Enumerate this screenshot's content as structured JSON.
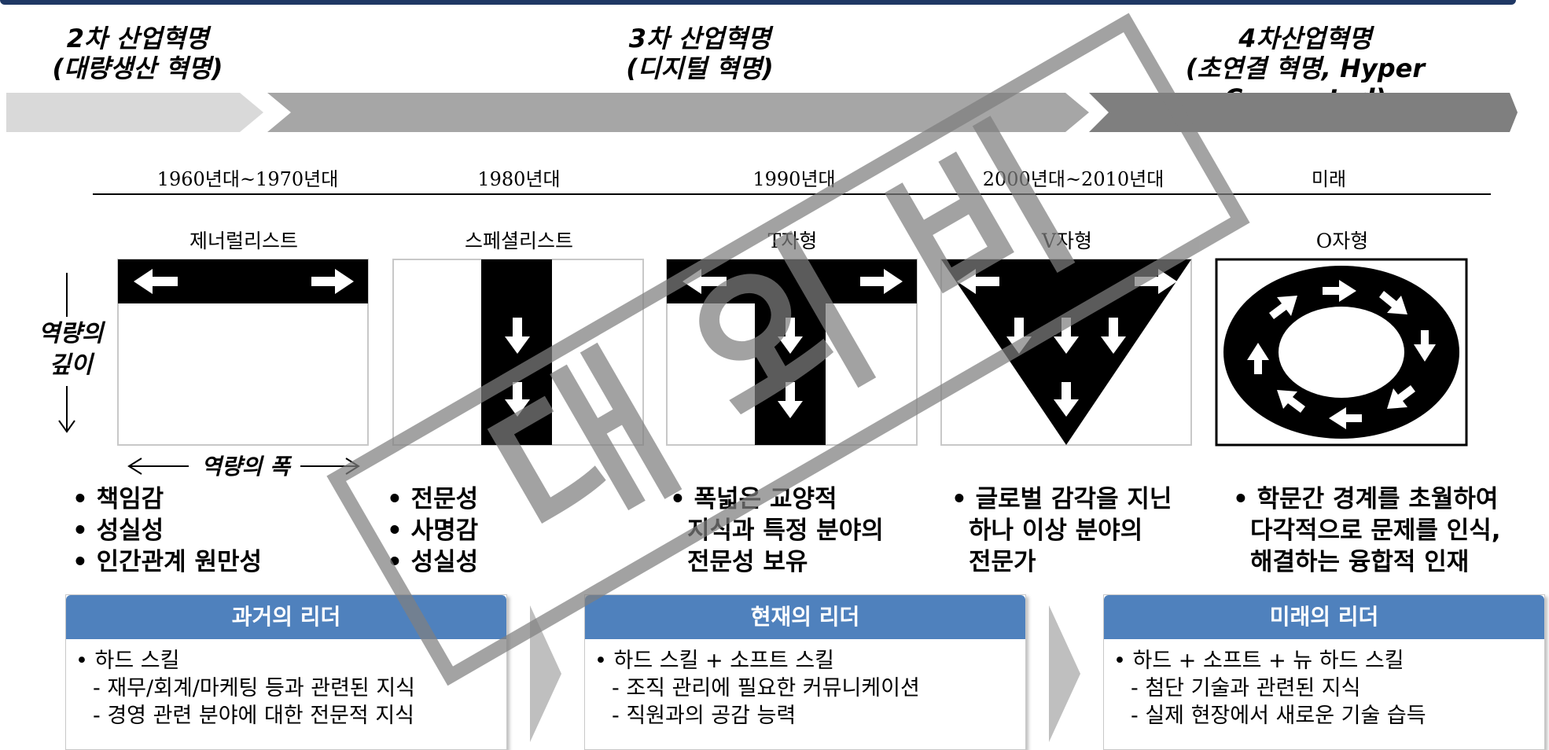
{
  "eras": [
    {
      "line1": "2차 산업혁명",
      "line2": "(대량생산 혁명)"
    },
    {
      "line1": "3차 산업혁명",
      "line2": "(디지털 혁명)"
    },
    {
      "line1": "4차산업혁명",
      "line2": "(초연결 혁명, Hyper Connected)"
    }
  ],
  "decades": [
    "1960년대~1970년대",
    "1980년대",
    "1990년대",
    "2000년대~2010년대",
    "미래"
  ],
  "shapes": [
    "제너럴리스트",
    "스페셜리스트",
    "T자형",
    "V자형",
    "O자형"
  ],
  "axis": {
    "depth_line1": "역량의",
    "depth_line2": "깊이",
    "width": "역량의 폭"
  },
  "traits": [
    [
      "책임감",
      "성실성",
      "인간관계 원만성"
    ],
    [
      "전문성",
      "사명감",
      "성실성"
    ],
    [
      "폭넓은 교양적",
      "지식과 특정 분야의",
      "전문성 보유"
    ],
    [
      "글로벌 감각을 지닌",
      "하나 이상 분야의",
      "전문가"
    ],
    [
      "학문간 경계를 초월하여",
      "다각적으로 문제를 인식,",
      "해결하는 융합적 인재"
    ]
  ],
  "leaders": [
    {
      "title": "과거의 리더",
      "items": [
        "• 하드 스킬",
        "- 재무/회계/마케팅 등과 관련된 지식",
        "- 경영 관련 분야에 대한 전문적 지식"
      ]
    },
    {
      "title": "현재의 리더",
      "items": [
        "• 하드 스킬 + 소프트 스킬",
        "- 조직 관리에 필요한 커뮤니케이션",
        "- 직원과의 공감 능력"
      ]
    },
    {
      "title": "미래의 리더",
      "items": [
        "• 하드 + 소프트 + 뉴 하드 스킬",
        "- 첨단 기술과 관련된 지식",
        "- 실제 현장에서 새로운 기술 습득"
      ]
    }
  ],
  "watermark": "대 외 비",
  "colors": {
    "header": "#4f81bd",
    "arrow1": "#d9d9d9",
    "arrow2": "#a6a6a6",
    "arrow3": "#7f7f7f",
    "watermark": "#7f7f7f"
  }
}
